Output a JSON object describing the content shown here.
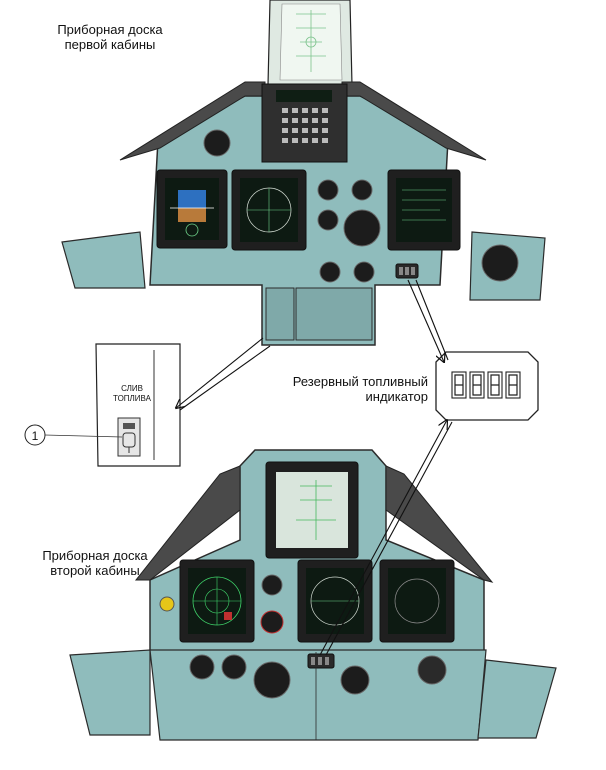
{
  "labels": {
    "front_panel": "Приборная доска первой кабины",
    "front_panel_line1": "Приборная доска",
    "front_panel_line2": "первой кабины",
    "rear_panel_line1": "Приборная доска",
    "rear_panel_line2": "второй кабины",
    "reserve_indicator_line1": "Резервный топливный",
    "reserve_indicator_line2": "индикатор",
    "fuel_dump_line1": "СЛИВ",
    "fuel_dump_line2": "ТОПЛИВА",
    "callout_number": "1"
  },
  "colors": {
    "panel": "#8fbcbc",
    "panel_dark": "#6e9a9a",
    "frame": "#2a2a2a",
    "mfd_screen": "#0d1a12",
    "hud_glass": "#e8f3ea"
  }
}
